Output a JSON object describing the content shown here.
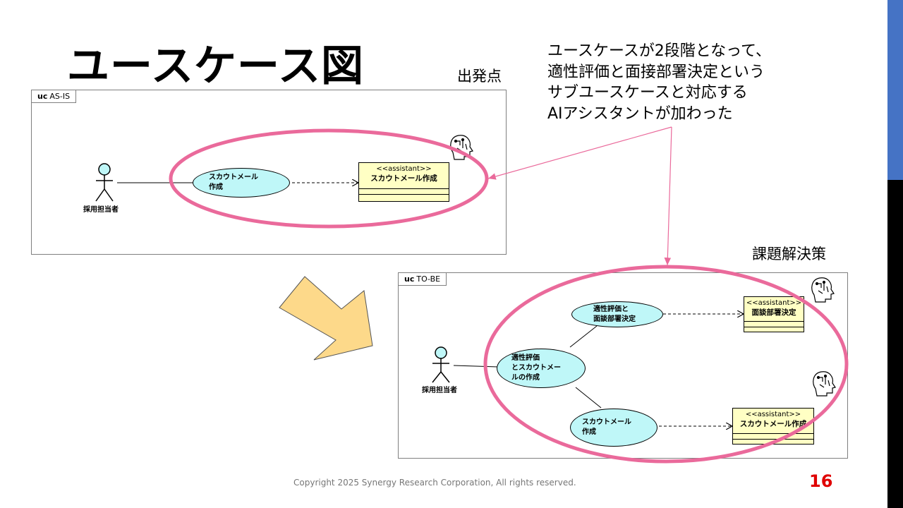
{
  "slide": {
    "title": "ユースケース図",
    "label_start": "出発点",
    "label_solution": "課題解決策",
    "callout_lines": [
      "ユースケースが2段階となって、",
      "適性評価と面接部署決定という",
      "サブユースケースと対応する",
      "AIアシスタントが加わった"
    ],
    "footer": "Copyright 2025 Synergy Research Corporation, All rights reserved.",
    "page_number": "16"
  },
  "as_is": {
    "frame_keyword": "uc",
    "frame_name": "AS-IS",
    "actor": "採用担当者",
    "usecase": [
      "スカウトメール",
      "作成"
    ],
    "assistant": {
      "stereotype": "<<assistant>>",
      "name": "スカウトメール作成"
    }
  },
  "to_be": {
    "frame_keyword": "uc",
    "frame_name": "TO-BE",
    "actor": "採用担当者",
    "main_usecase": [
      "適性評価",
      "とスカウトメー",
      "ルの作成"
    ],
    "sub_usecase_1": [
      "適性評価と",
      "面談部署決定"
    ],
    "sub_usecase_2": [
      "スカウトメール",
      "作成"
    ],
    "assistant_1": {
      "stereotype": "<<assistant>>",
      "name": "面談部署決定"
    },
    "assistant_2": {
      "stereotype": "<<assistant>>",
      "name": "スカウトメール作成"
    }
  },
  "colors": {
    "highlight": "#ea6a9b",
    "usecase_fill": "#bff7f8",
    "assistant_fill": "#ffffc4",
    "arrow_fill": "#fdd98a",
    "callout_line": "#ea6a9b",
    "page_number": "#e00000",
    "edge_blue": "#4573c5"
  },
  "icons": [
    "ai-head-icon",
    "big-arrow-icon",
    "stick-figure-icon"
  ]
}
